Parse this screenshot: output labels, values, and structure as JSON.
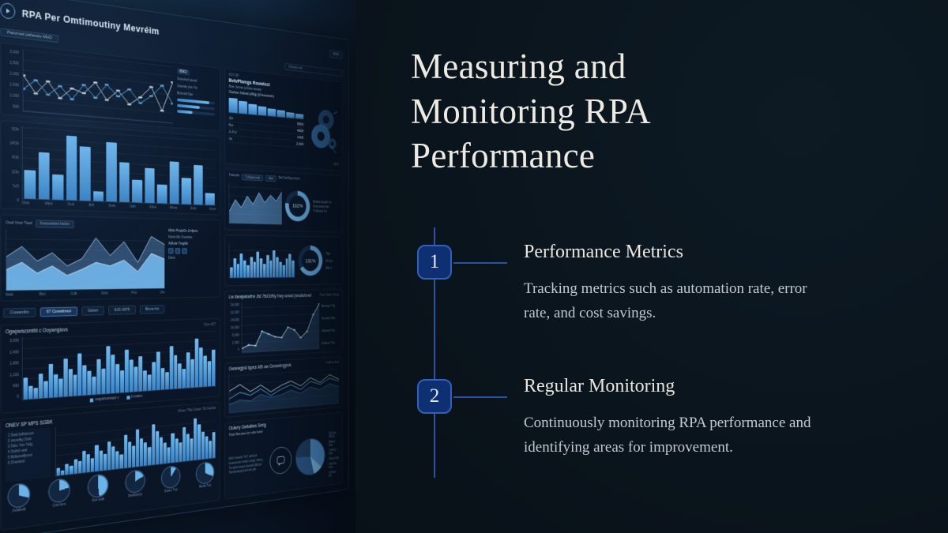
{
  "slide": {
    "title": "Measuring and Monitoring RPA Performance",
    "items": [
      {
        "number": "1",
        "heading": "Performance Metrics",
        "body": "Tracking metrics such as automation rate, error rate, and cost savings."
      },
      {
        "number": "2",
        "heading": "Regular Monitoring",
        "body": "Continuously monitoring RPA performance and identifying areas for improvement."
      }
    ]
  },
  "colors": {
    "accent": "#5aa7e0",
    "accent_light": "#8ec9f2",
    "badge_blue": "#0e2f72",
    "line_blue": "#2c51a0",
    "title_white": "#edeae3"
  },
  "dashboard": {
    "header": {
      "title": "RPA Per Omtimoutiny Mevréim",
      "chip": "B9O"
    },
    "toolbar": {
      "tab": "Pwtvrxwl jwfwvwv MvO",
      "search": "Owvjw vwl"
    },
    "lineChart": {
      "yLabels": [
        "3,000",
        "2,500",
        "2,000",
        "1,500",
        "1,000",
        "500"
      ],
      "series": [
        {
          "color": "#ccd8e4",
          "w": 1,
          "dots": true,
          "values": [
            58,
            30,
            52,
            26,
            44,
            38,
            58,
            30,
            48,
            26,
            40,
            60,
            20,
            72
          ]
        },
        {
          "color": "#5ea7dd",
          "w": 1,
          "dots": true,
          "values": [
            36,
            52,
            30,
            46,
            26,
            52,
            32,
            56,
            38,
            52,
            30,
            44,
            64,
            34
          ]
        }
      ],
      "side": {
        "chip": "B9O",
        "bars": [
          85,
          60,
          40
        ],
        "labels": [
          "Svwvwvl jwvwl",
          "Owvwb jvw 7w",
          "Bvwvwl 0jw"
        ]
      }
    },
    "barChart": {
      "yLabels": [
        "5Ob",
        "14Ob",
        "4Ob",
        "2Ob",
        "7vO",
        "0"
      ],
      "values": [
        40,
        66,
        36,
        92,
        78,
        14,
        86,
        58,
        34,
        52,
        28,
        64,
        40,
        60,
        18
      ],
      "xLabels": [
        "Obwl",
        "Wbwl",
        "Orvb",
        "Bvb",
        "Svwv",
        "Owb",
        "Svbw",
        "Wbvw",
        "Svbv",
        "Ovwv"
      ]
    },
    "areaChart": {
      "toolLeft": "Oswl Vvwr Twwl",
      "toolMid": "Kwwvwbwvl hwlwv",
      "yLabels": [
        "14,000",
        "12,000",
        "10,000",
        "8,000",
        "6,000",
        "4,000"
      ],
      "series": [
        {
          "color": "#9cc2e0",
          "w": 1,
          "fill": "rgba(92,140,190,0.45)",
          "values": [
            55,
            72,
            48,
            62,
            40,
            52,
            88,
            58,
            82,
            46,
            92,
            78
          ]
        },
        {
          "color": "#bfe2f8",
          "w": 1,
          "fill": "rgba(120,190,245,0.85)",
          "values": [
            34,
            46,
            28,
            40,
            24,
            34,
            46,
            40,
            50,
            30,
            62,
            52
          ]
        }
      ],
      "xLabels": [
        "Mwkl",
        "Bkvl",
        "Cdlb",
        "Dwls",
        "Pvlv",
        "Ulw"
      ],
      "note1": "Mbls Prwjv0n Jrvfjwm",
      "note2": "Nvrst Mx Svrvtws",
      "note3": "Adlvwr Twglrlk",
      "note4": "Dww"
    },
    "filterButtons": [
      "Cuwamlbn",
      "67 Cowwbmut",
      "Gwtwr",
      "8JS 0975",
      "Bvvw brt"
    ],
    "histPanel": {
      "title": "Ogwpwscsmtbl c Ooywngiovs",
      "corner": "5 jvr vO7",
      "yLabels": [
        "3,000",
        "2,400",
        "1,800",
        "1,200",
        "600",
        "0"
      ],
      "values": [
        35,
        22,
        18,
        40,
        28,
        55,
        38,
        30,
        62,
        45,
        35,
        70,
        50,
        40,
        30,
        58,
        42,
        80,
        65,
        48,
        38,
        72,
        55,
        42,
        60,
        35,
        28,
        48,
        66,
        38,
        30,
        75,
        58,
        44,
        34,
        62,
        50,
        85,
        70,
        55,
        45,
        65
      ],
      "legend": [
        "owgwbvwwqvl v",
        "b bwbm"
      ]
    },
    "bottomPanel": {
      "title": "ONEV SP MPS SGBK",
      "corner": "Gtvwr 7Sw Owwr 7bl GwOw",
      "legendList": [
        "1 Svwl bvlbwvvwr",
        "2 vwvwlhg Owlv",
        "3 Svbv 7wv 7wlg",
        "4 Owbvl vwvl",
        "5 Mvbwvwfljvwvl",
        "6 Ovwvwvb"
      ],
      "values": [
        15,
        10,
        22,
        18,
        30,
        25,
        45,
        38,
        28,
        55,
        42,
        35,
        60,
        48,
        38,
        30,
        70,
        55,
        45,
        80,
        60,
        50,
        40,
        88,
        72,
        58,
        46,
        35,
        65,
        52,
        42,
        75,
        60,
        48,
        92,
        78,
        62,
        50,
        40,
        58
      ],
      "pies": [
        {
          "label": "Jrvlwbvbl",
          "frac": 0.3
        },
        {
          "label": "Cvw bvrn",
          "frac": 0.22
        },
        {
          "label": "Ovn vwbl",
          "frac": 0.48
        },
        {
          "label": "Nwvbwrcly",
          "frac": 0.18
        },
        {
          "label": "Svwrv Tvd",
          "frac": 0.1
        },
        {
          "label": "Bvwb Tvd",
          "frac": 0.32
        }
      ]
    },
    "kpi": {
      "code": "K3Y-DP",
      "heading": "BvtvPlwngs Rovwlxcl",
      "line1": "Bwr Jvrvw jvOwv wvwp",
      "line2": "Rwvwvrvtlj jwvv wvwvb",
      "subhead": "Gwrtwv fwlxwl pWgj (jOwwwtwh)",
      "line3": "Jvwr jwvwl Owlf jwv vwvjtOwv",
      "miniBars": [
        88,
        74,
        64,
        54,
        46,
        40,
        34,
        28
      ],
      "stats": [
        {
          "label": "30r",
          "value": "5809"
        },
        {
          "label": "Bw",
          "value": "4808"
        },
        {
          "label": "A.P.U",
          "value": "1409"
        },
        {
          "label": "4b",
          "value": "2,609"
        }
      ],
      "footnote": "3900"
    },
    "gauge1": {
      "title": "Tvwvwlvl",
      "tabs": [
        "7 vOww vvwl",
        "Mwl",
        "Bwl OwrSwg wvwvl"
      ],
      "area": {
        "series": [
          {
            "color": "#8ec4ea",
            "w": 1,
            "fill": "rgba(110,175,235,0.5)",
            "values": [
              30,
              60,
              40,
              70,
              50,
              80,
              55,
              75,
              60,
              85
            ]
          }
        ]
      },
      "value": "102%",
      "donut": {
        "frac": 0.78,
        "color": "#6db7ee",
        "track": "#16304e"
      },
      "bullets": [
        "Bvwbw Swtlwl 7w",
        "M jvl wvwvl twb",
        "Tv Bwwvl Jvl"
      ]
    },
    "gauge2": {
      "value": "131%",
      "donut": {
        "frac": 0.66,
        "color": "#6db7ee",
        "track": "#16304e"
      },
      "hist": [
        30,
        55,
        40,
        70,
        50,
        35,
        60,
        45,
        75,
        55,
        40,
        65,
        50,
        80,
        60,
        45,
        35,
        55,
        70,
        50
      ],
      "sideLabels": [
        "79lw",
        "MvOjw",
        "BBLrJ"
      ]
    },
    "rising": {
      "title": "Lw dwwjwkwfrw Jtd 7fsOcfhy hwy wvwd jwvslwbvwl",
      "corner": "Frwr Gwlv Owvg",
      "yLabels": [
        "24,000",
        "21,000",
        "14,000",
        "10,000",
        "5,000",
        "1,000",
        "0"
      ],
      "chart": {
        "series": [
          {
            "color": "#9cc4e4",
            "w": 1.2,
            "dots": true,
            "fill": "rgba(90,150,210,0.22)",
            "values": [
              8,
              14,
              12,
              40,
              34,
              28,
              26,
              46,
              40,
              24,
              36,
              70,
              92
            ]
          }
        ]
      },
      "rightLabels": [
        "Bwvwgw 79g",
        "Hwvwprl 09w",
        "Vwbwwrl 7lw",
        "Owbvwr 71w"
      ]
    },
    "multiLine": {
      "title": "Gwwwgjnd types M5 ow Oewwlingjevk",
      "corner": "4 wbvv lwvl",
      "pill": "Gvlwvwvl",
      "chart": {
        "series": [
          {
            "color": "#31608f",
            "w": 1,
            "fill": "rgba(60,110,160,0.25)",
            "values": [
              20,
              30,
              25,
              40,
              30,
              35,
              45,
              35,
              50,
              40,
              55,
              45
            ]
          },
          {
            "color": "#c3d2df",
            "w": 1,
            "dots": false,
            "values": [
              55,
              70,
              50,
              65,
              45,
              60,
              70,
              55,
              75,
              60,
              80,
              65
            ]
          },
          {
            "color": "#5ea7dd",
            "w": 1,
            "dots": false,
            "values": [
              35,
              50,
              40,
              55,
              35,
              50,
              60,
              45,
              65,
              55,
              70,
              60
            ]
          }
        ]
      }
    },
    "donutPie": {
      "title": "Oulwry Gwlwliws Smig",
      "sub": "Tlwk Rwurws for rsfw bwrk",
      "para": "Mvl b wvwvl 7w7 jwvlvwl bvwvwvwv wvwb vwlgv vlwvg 7b wbvl wvwvl wvwvb 0l8 bvl Swvlwvwgvl jvwl wvl jvb",
      "pie": {
        "rest": "#132741",
        "slices": [
          {
            "frac": 0.36,
            "color": "#4e90cc"
          },
          {
            "frac": 0.1,
            "color": "#7fc0ee"
          },
          {
            "frac": 0.3,
            "color": "#2d5e92"
          },
          {
            "frac": 0.24,
            "color": "#1f3f63"
          }
        ]
      },
      "callouts": [
        "SvOvw 09Ow",
        "Bwlwv 0wv",
        "7vWvw 0bw",
        "Svlvw 0jw",
        "SwOvw 0vw",
        "JvOvw 0w"
      ]
    }
  }
}
